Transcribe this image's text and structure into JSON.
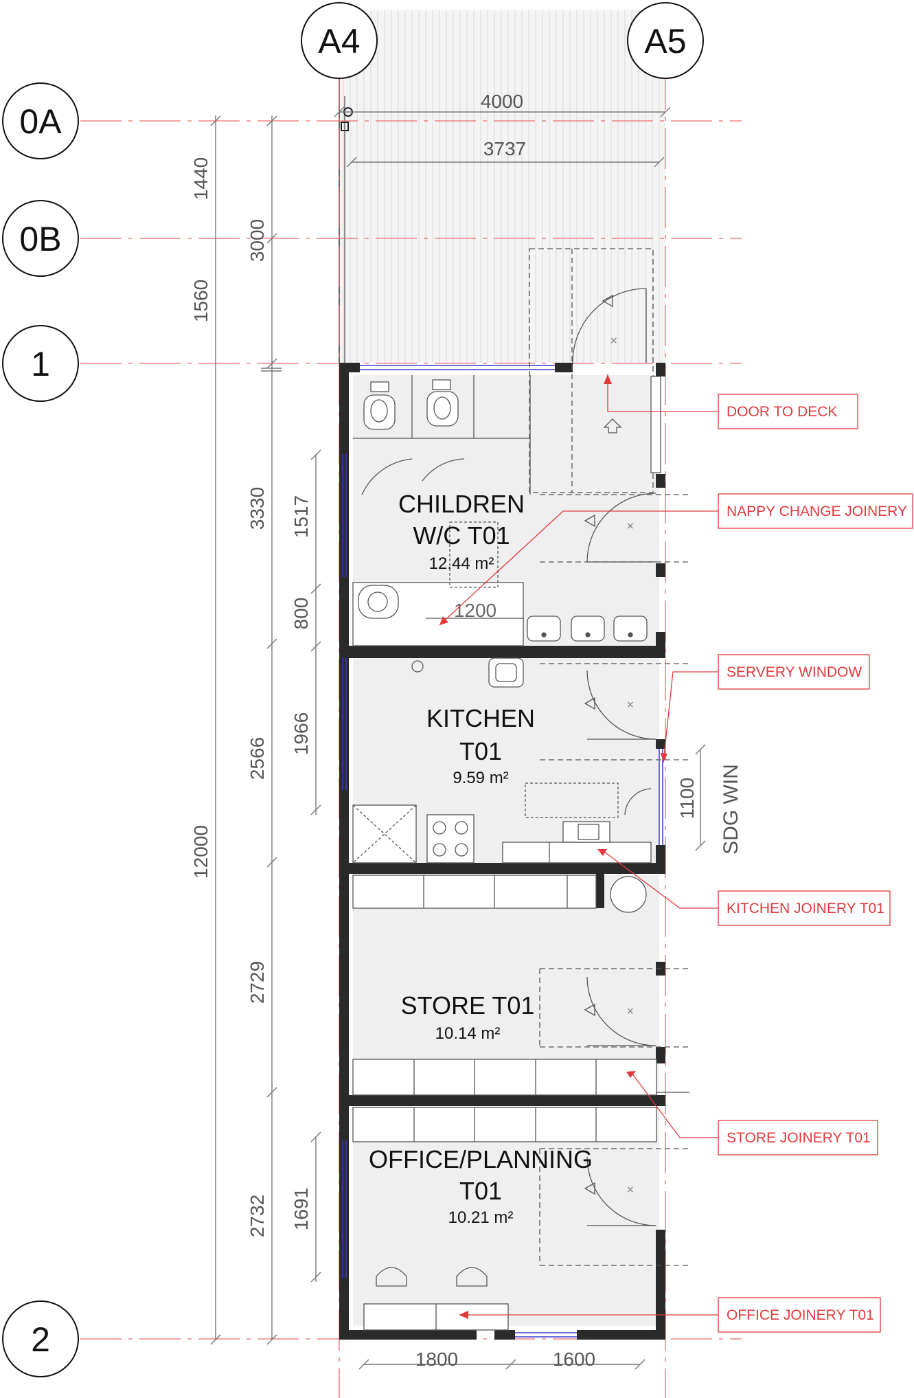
{
  "grid_columns": [
    "A4",
    "A5"
  ],
  "grid_rows": [
    "0A",
    "0B",
    "1",
    "2"
  ],
  "dimensions": {
    "top_4000": "4000",
    "top_3737": "3737",
    "left_1440": "1440",
    "left_1560": "1560",
    "left_3000": "3000",
    "left_12000": "12000",
    "left_3330": "3330",
    "left_2566": "2566",
    "left_2729": "2729",
    "left_2732": "2732",
    "left_1517": "1517",
    "left_800": "800",
    "left_1966": "1966",
    "left_1691": "1691",
    "bottom_1800": "1800",
    "bottom_1600": "1600",
    "interior_1200": "1200",
    "right_1100": "1100",
    "right_sdg": "SDG WIN"
  },
  "rooms": [
    {
      "line1": "CHILDREN",
      "line2": "W/C T01",
      "area": "12.44 m²"
    },
    {
      "line1": "KITCHEN",
      "line2": "T01",
      "area": "9.59 m²"
    },
    {
      "line1": "STORE T01",
      "line2": "",
      "area": "10.14 m²"
    },
    {
      "line1": "OFFICE/PLANNING",
      "line2": "T01",
      "area": "10.21 m²"
    }
  ],
  "callouts": [
    "DOOR TO DECK",
    "NAPPY CHANGE JOINERY",
    "SERVERY WINDOW",
    "KITCHEN JOINERY T01",
    "STORE JOINERY T01",
    "OFFICE JOINERY T01"
  ],
  "colors": {
    "wall": "#2a2a2a",
    "gridline": "#ef6b6b",
    "callout": "#e2393d",
    "dimension": "#666666",
    "deck_hatch": "#cfcfcf",
    "window": "#3a3ad0"
  }
}
